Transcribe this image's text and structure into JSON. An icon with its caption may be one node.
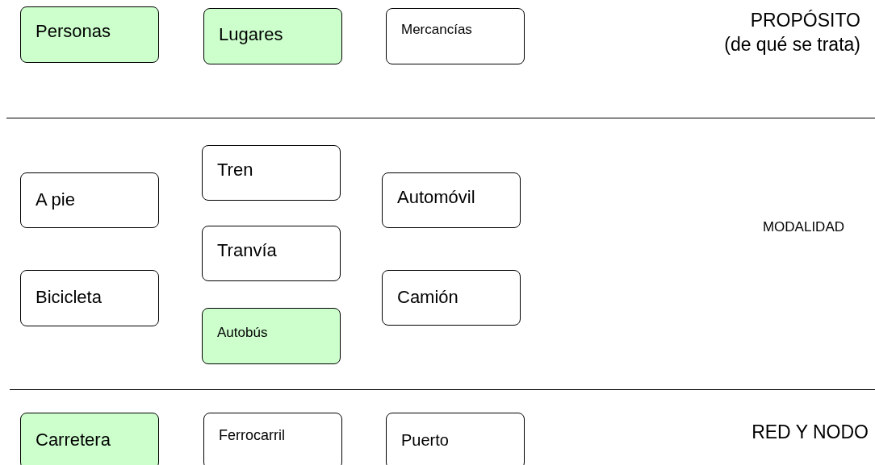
{
  "diagram": {
    "nodes": [
      {
        "text": [
          "Personas"
        ]
      },
      {
        "text": [
          "Lugares"
        ]
      },
      {
        "text": [
          "Mercancías"
        ]
      },
      {
        "text": [
          "Tren"
        ]
      },
      {
        "text": [
          "A pie"
        ]
      },
      {
        "text": [
          "Automóvil"
        ]
      },
      {
        "text": [
          "Tranvía"
        ]
      },
      {
        "text": [
          "Bicicleta"
        ]
      },
      {
        "text": [
          "Camión"
        ]
      },
      {
        "text": [
          "Autobús"
        ]
      },
      {
        "text": [
          "Carretera"
        ]
      },
      {
        "text": [
          "Ferrocarril"
        ]
      },
      {
        "text": [
          "Puerto"
        ]
      }
    ],
    "labels": [
      "PROPÓSITO",
      "(de qué se trata)",
      "MODALIDAD",
      "RED Y NODO"
    ]
  }
}
